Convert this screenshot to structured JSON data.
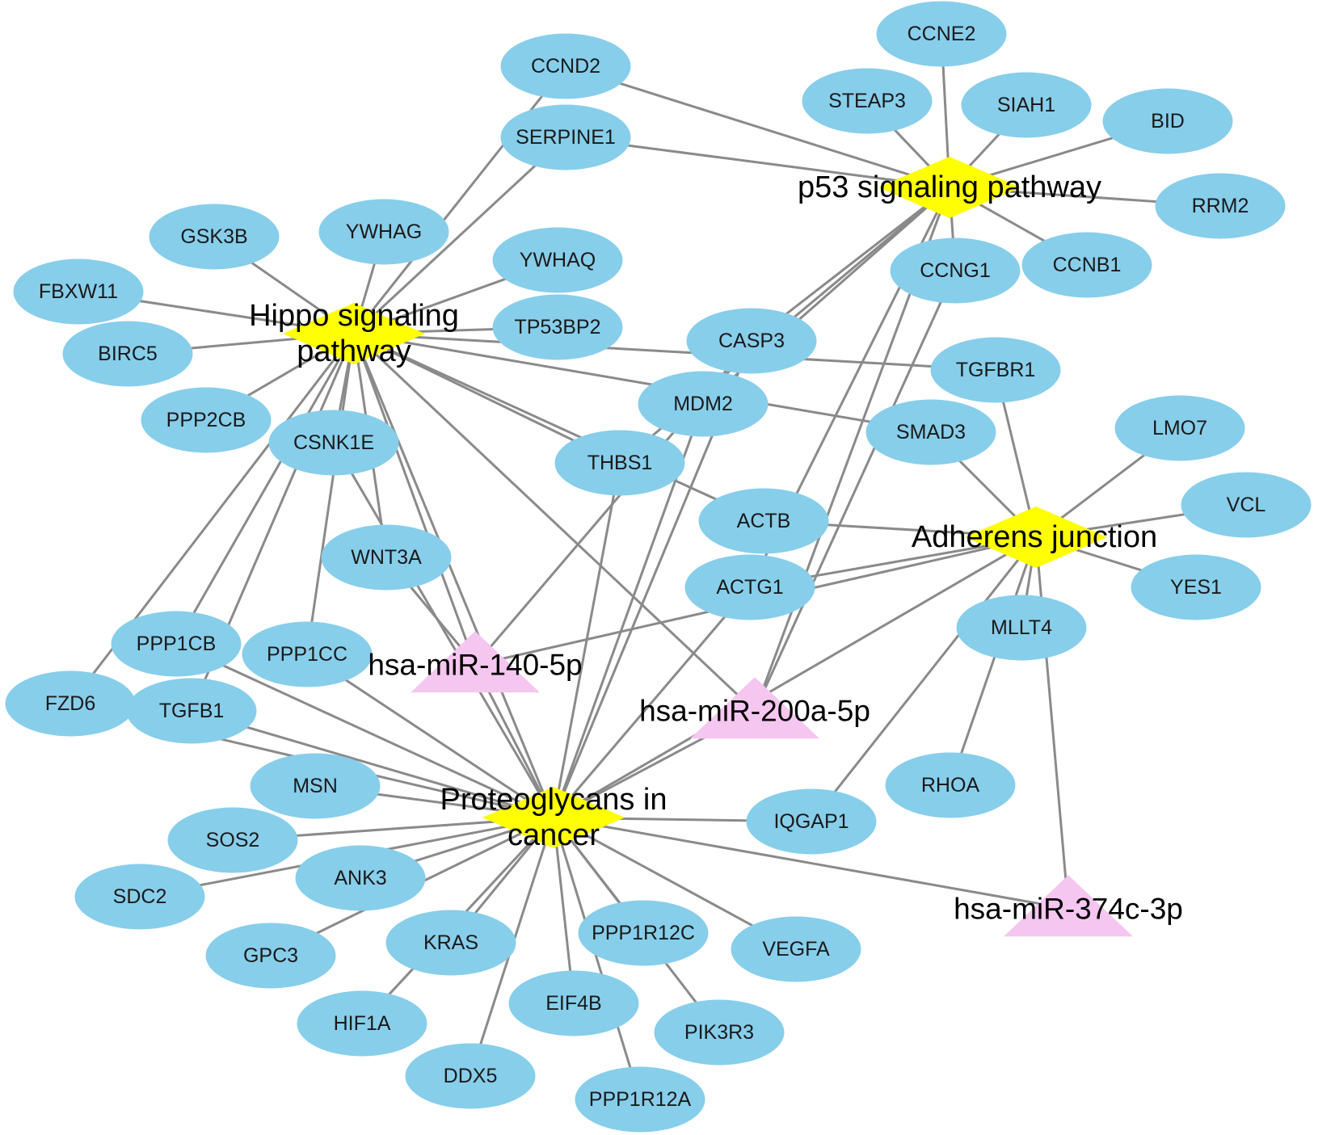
{
  "colors": {
    "gene_fill": "#87ceeb",
    "pathway_fill": "#ffff00",
    "mirna_fill": "#f5c6f0",
    "edge": "#8a8a8a"
  },
  "nodes": [
    {
      "id": "p53",
      "type": "pathway",
      "lines": [
        "p53 signaling pathway"
      ]
    },
    {
      "id": "hippo",
      "type": "pathway",
      "lines": [
        "Hippo signaling",
        "pathway"
      ]
    },
    {
      "id": "adherens",
      "type": "pathway",
      "lines": [
        "Adherens junction"
      ]
    },
    {
      "id": "proteo",
      "type": "pathway",
      "lines": [
        "Proteoglycans in",
        "cancer"
      ]
    },
    {
      "id": "mir140",
      "type": "mirna",
      "lines": [
        "hsa-miR-140-5p"
      ]
    },
    {
      "id": "mir200a",
      "type": "mirna",
      "lines": [
        "hsa-miR-200a-5p"
      ]
    },
    {
      "id": "mir374c",
      "type": "mirna",
      "lines": [
        "hsa-miR-374c-3p"
      ]
    },
    {
      "id": "CCNE2",
      "type": "gene",
      "lines": [
        "CCNE2"
      ]
    },
    {
      "id": "CCND2",
      "type": "gene",
      "lines": [
        "CCND2"
      ]
    },
    {
      "id": "STEAP3",
      "type": "gene",
      "lines": [
        "STEAP3"
      ]
    },
    {
      "id": "SIAH1",
      "type": "gene",
      "lines": [
        "SIAH1"
      ]
    },
    {
      "id": "BID",
      "type": "gene",
      "lines": [
        "BID"
      ]
    },
    {
      "id": "SERPINE1",
      "type": "gene",
      "lines": [
        "SERPINE1"
      ]
    },
    {
      "id": "RRM2",
      "type": "gene",
      "lines": [
        "RRM2"
      ]
    },
    {
      "id": "GSK3B",
      "type": "gene",
      "lines": [
        "GSK3B"
      ]
    },
    {
      "id": "YWHAG",
      "type": "gene",
      "lines": [
        "YWHAG"
      ]
    },
    {
      "id": "YWHAQ",
      "type": "gene",
      "lines": [
        "YWHAQ"
      ]
    },
    {
      "id": "CCNG1",
      "type": "gene",
      "lines": [
        "CCNG1"
      ]
    },
    {
      "id": "CCNB1",
      "type": "gene",
      "lines": [
        "CCNB1"
      ]
    },
    {
      "id": "FBXW11",
      "type": "gene",
      "lines": [
        "FBXW11"
      ]
    },
    {
      "id": "TP53BP2",
      "type": "gene",
      "lines": [
        "TP53BP2"
      ]
    },
    {
      "id": "CASP3",
      "type": "gene",
      "lines": [
        "CASP3"
      ]
    },
    {
      "id": "BIRC5",
      "type": "gene",
      "lines": [
        "BIRC5"
      ]
    },
    {
      "id": "TGFBR1",
      "type": "gene",
      "lines": [
        "TGFBR1"
      ]
    },
    {
      "id": "MDM2",
      "type": "gene",
      "lines": [
        "MDM2"
      ]
    },
    {
      "id": "PPP2CB",
      "type": "gene",
      "lines": [
        "PPP2CB"
      ]
    },
    {
      "id": "SMAD3",
      "type": "gene",
      "lines": [
        "SMAD3"
      ]
    },
    {
      "id": "LMO7",
      "type": "gene",
      "lines": [
        "LMO7"
      ]
    },
    {
      "id": "CSNK1E",
      "type": "gene",
      "lines": [
        "CSNK1E"
      ]
    },
    {
      "id": "THBS1",
      "type": "gene",
      "lines": [
        "THBS1"
      ]
    },
    {
      "id": "VCL",
      "type": "gene",
      "lines": [
        "VCL"
      ]
    },
    {
      "id": "ACTB",
      "type": "gene",
      "lines": [
        "ACTB"
      ]
    },
    {
      "id": "WNT3A",
      "type": "gene",
      "lines": [
        "WNT3A"
      ]
    },
    {
      "id": "ACTG1",
      "type": "gene",
      "lines": [
        "ACTG1"
      ]
    },
    {
      "id": "YES1",
      "type": "gene",
      "lines": [
        "YES1"
      ]
    },
    {
      "id": "MLLT4",
      "type": "gene",
      "lines": [
        "MLLT4"
      ]
    },
    {
      "id": "PPP1CB",
      "type": "gene",
      "lines": [
        "PPP1CB"
      ]
    },
    {
      "id": "PPP1CC",
      "type": "gene",
      "lines": [
        "PPP1CC"
      ]
    },
    {
      "id": "FZD6",
      "type": "gene",
      "lines": [
        "FZD6"
      ]
    },
    {
      "id": "TGFB1",
      "type": "gene",
      "lines": [
        "TGFB1"
      ]
    },
    {
      "id": "MSN",
      "type": "gene",
      "lines": [
        "MSN"
      ]
    },
    {
      "id": "RHOA",
      "type": "gene",
      "lines": [
        "RHOA"
      ]
    },
    {
      "id": "IQGAP1",
      "type": "gene",
      "lines": [
        "IQGAP1"
      ]
    },
    {
      "id": "SOS2",
      "type": "gene",
      "lines": [
        "SOS2"
      ]
    },
    {
      "id": "ANK3",
      "type": "gene",
      "lines": [
        "ANK3"
      ]
    },
    {
      "id": "SDC2",
      "type": "gene",
      "lines": [
        "SDC2"
      ]
    },
    {
      "id": "GPC3",
      "type": "gene",
      "lines": [
        "GPC3"
      ]
    },
    {
      "id": "KRAS",
      "type": "gene",
      "lines": [
        "KRAS"
      ]
    },
    {
      "id": "PPP1R12C",
      "type": "gene",
      "lines": [
        "PPP1R12C"
      ]
    },
    {
      "id": "VEGFA",
      "type": "gene",
      "lines": [
        "VEGFA"
      ]
    },
    {
      "id": "EIF4B",
      "type": "gene",
      "lines": [
        "EIF4B"
      ]
    },
    {
      "id": "HIF1A",
      "type": "gene",
      "lines": [
        "HIF1A"
      ]
    },
    {
      "id": "PIK3R3",
      "type": "gene",
      "lines": [
        "PIK3R3"
      ]
    },
    {
      "id": "DDX5",
      "type": "gene",
      "lines": [
        "DDX5"
      ]
    },
    {
      "id": "PPP1R12A",
      "type": "gene",
      "lines": [
        "PPP1R12A"
      ]
    }
  ],
  "edges": [
    [
      "p53",
      "CCNE2"
    ],
    [
      "p53",
      "STEAP3"
    ],
    [
      "p53",
      "SIAH1"
    ],
    [
      "p53",
      "BID"
    ],
    [
      "p53",
      "RRM2"
    ],
    [
      "p53",
      "CCNB1"
    ],
    [
      "p53",
      "CCNG1"
    ],
    [
      "p53",
      "CCND2"
    ],
    [
      "p53",
      "SERPINE1"
    ],
    [
      "p53",
      "CASP3"
    ],
    [
      "p53",
      "MDM2"
    ],
    [
      "p53",
      "THBS1"
    ],
    [
      "p53",
      "ACTG1"
    ],
    [
      "p53",
      "mir200a"
    ],
    [
      "hippo",
      "FBXW11"
    ],
    [
      "hippo",
      "GSK3B"
    ],
    [
      "hippo",
      "YWHAG"
    ],
    [
      "hippo",
      "YWHAQ"
    ],
    [
      "hippo",
      "BIRC5"
    ],
    [
      "hippo",
      "TP53BP2"
    ],
    [
      "hippo",
      "PPP2CB"
    ],
    [
      "hippo",
      "CSNK1E"
    ],
    [
      "hippo",
      "SERPINE1"
    ],
    [
      "hippo",
      "CCND2"
    ],
    [
      "hippo",
      "TGFBR1"
    ],
    [
      "hippo",
      "SMAD3"
    ],
    [
      "hippo",
      "THBS1"
    ],
    [
      "hippo",
      "WNT3A"
    ],
    [
      "hippo",
      "PPP1CB"
    ],
    [
      "hippo",
      "PPP1CC"
    ],
    [
      "hippo",
      "TGFB1"
    ],
    [
      "hippo",
      "FZD6"
    ],
    [
      "hippo",
      "ACTB"
    ],
    [
      "hippo",
      "mir140"
    ],
    [
      "hippo",
      "mir200a"
    ],
    [
      "hippo",
      "proteo"
    ],
    [
      "adherens",
      "TGFBR1"
    ],
    [
      "adherens",
      "SMAD3"
    ],
    [
      "adherens",
      "LMO7"
    ],
    [
      "adherens",
      "VCL"
    ],
    [
      "adherens",
      "YES1"
    ],
    [
      "adherens",
      "MLLT4"
    ],
    [
      "adherens",
      "ACTB"
    ],
    [
      "adherens",
      "ACTG1"
    ],
    [
      "adherens",
      "RHOA"
    ],
    [
      "adherens",
      "IQGAP1"
    ],
    [
      "adherens",
      "mir140"
    ],
    [
      "adherens",
      "mir374c"
    ],
    [
      "adherens",
      "proteo"
    ],
    [
      "proteo",
      "MDM2"
    ],
    [
      "proteo",
      "THBS1"
    ],
    [
      "proteo",
      "CASP3"
    ],
    [
      "proteo",
      "ACTG1"
    ],
    [
      "proteo",
      "PPP1CB"
    ],
    [
      "proteo",
      "PPP1CC"
    ],
    [
      "proteo",
      "TGFB1"
    ],
    [
      "proteo",
      "MSN"
    ],
    [
      "proteo",
      "SOS2"
    ],
    [
      "proteo",
      "ANK3"
    ],
    [
      "proteo",
      "SDC2"
    ],
    [
      "proteo",
      "GPC3"
    ],
    [
      "proteo",
      "KRAS"
    ],
    [
      "proteo",
      "HIF1A"
    ],
    [
      "proteo",
      "DDX5"
    ],
    [
      "proteo",
      "EIF4B"
    ],
    [
      "proteo",
      "PPP1R12A"
    ],
    [
      "proteo",
      "PPP1R12C"
    ],
    [
      "proteo",
      "PIK3R3"
    ],
    [
      "proteo",
      "VEGFA"
    ],
    [
      "proteo",
      "IQGAP1"
    ],
    [
      "proteo",
      "mir140"
    ],
    [
      "proteo",
      "mir200a"
    ],
    [
      "proteo",
      "mir374c"
    ],
    [
      "proteo",
      "FZD6"
    ],
    [
      "proteo",
      "CSNK1E"
    ],
    [
      "mir140",
      "CASP3"
    ],
    [
      "mir140",
      "WNT3A"
    ],
    [
      "mir200a",
      "CCNG1"
    ]
  ]
}
